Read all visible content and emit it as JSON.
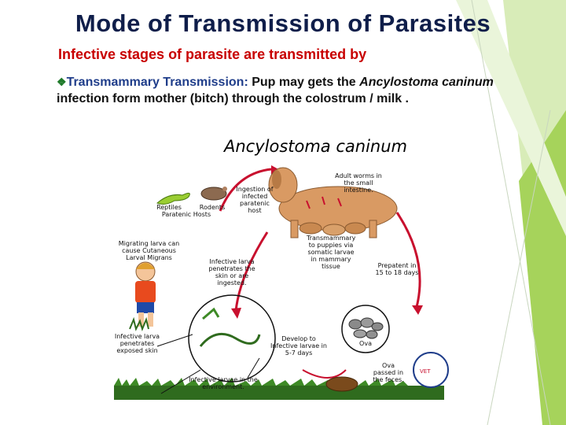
{
  "slide": {
    "title": "Mode of Transmission of Parasites",
    "subtitle": "Infective stages of parasite are transmitted by",
    "bullet": {
      "term": "Transmammary Transmission:",
      "text_a": " Pup may gets the ",
      "species": "Ancylostoma caninum",
      "text_b": " infection form mother (bitch) through the colostrum / milk ."
    }
  },
  "diagram": {
    "title": "Ancylostoma caninum",
    "labels": {
      "reptiles": "Reptiles",
      "rodents": "Rodents",
      "paratenic_hosts": "Paratenic Hosts",
      "ingestion": "Ingestion of infected paratenic host",
      "adult_worms": "Adult worms in the small intestine.",
      "migrating_larva": "Migrating larva can cause Cutaneous Larval Migrans",
      "transmammary": "Transmammary to puppies via somatic larvae in mammary tissue",
      "infective_larva_penetrates": "Infective larva penetrates the skin or are ingested.",
      "prepatent": "Prepatent in 15 to 18 days",
      "infective_larva_exposed": "Infective larva penetrates exposed skin",
      "develop": "Develop to Infective larvae in 5-7 days",
      "ova": "Ova",
      "infective_environment": "Infective larvae in the environment.",
      "ova_passed": "Ova passed in the feces."
    }
  },
  "colors": {
    "title": "#0f1e4a",
    "subtitle": "#c80000",
    "accent_green": "#8dc63f",
    "bullet_mark": "#1f7a2a",
    "arrow": "#c8102e"
  }
}
